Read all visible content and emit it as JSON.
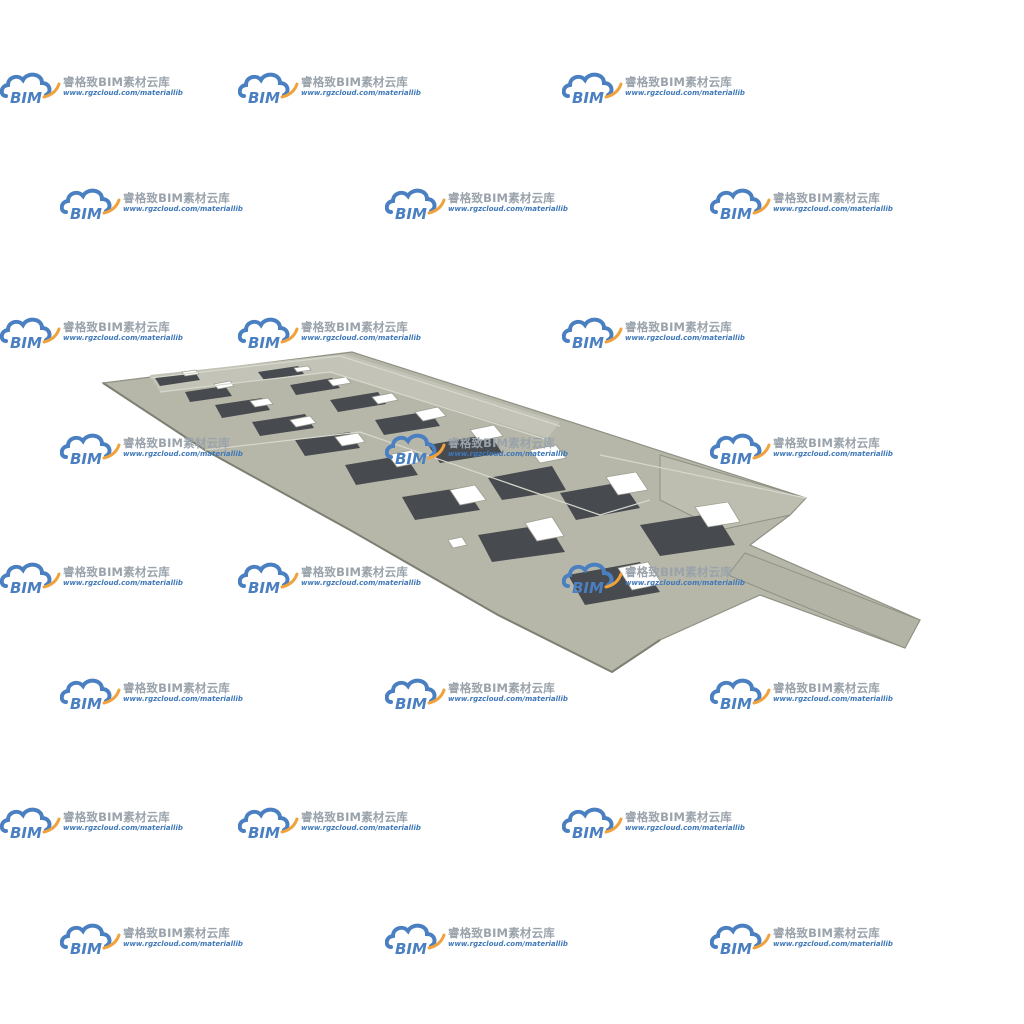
{
  "watermark": {
    "title": "睿格致BIM素材云库",
    "url": "www.rgzcloud.com/materiallib",
    "logo_text": "BIM",
    "colors": {
      "cloud": "#4a7fc1",
      "swoosh": "#f0a23c",
      "title": "#9aa3ab",
      "url": "#3f78b8"
    }
  },
  "model": {
    "colors": {
      "slab": "#b6b7a9",
      "slab_edge": "#8f9184",
      "opening": "#ffffff",
      "trench": "#474a4f",
      "rim": "#cfd0c4"
    }
  }
}
